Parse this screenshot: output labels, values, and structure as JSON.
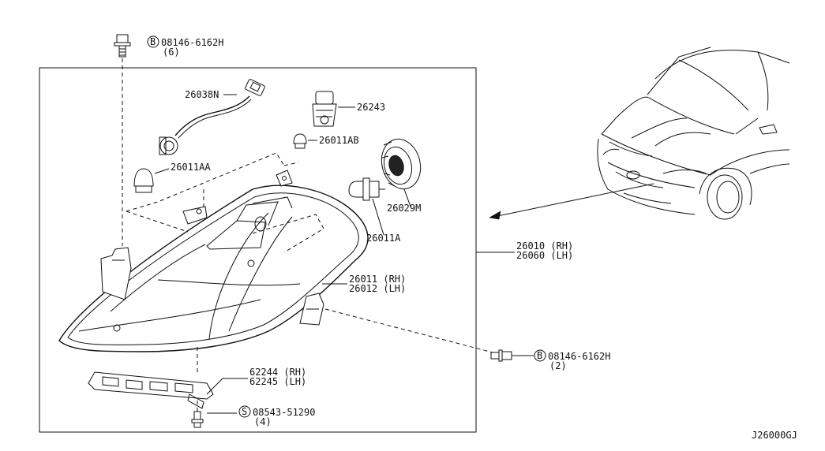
{
  "callouts": {
    "bolt_top": {
      "prefix": "B",
      "part": "08146-6162H",
      "qty": "(6)"
    },
    "bolt_right": {
      "prefix": "B",
      "part": "08146-6162H",
      "qty": "(2)"
    },
    "screw_bottom": {
      "prefix": "S",
      "part": "08543-51290",
      "qty": "(4)"
    }
  },
  "parts": {
    "harness": "26038N",
    "socket": "26243",
    "bulb_ab": "26011AB",
    "bulb_aa": "26011AA",
    "cover": "26029M",
    "bulb_a": "26011A",
    "assembly_rh": "26010 (RH)",
    "assembly_lh": "26060 (LH)",
    "lamp_rh": "26011 (RH)",
    "lamp_lh": "26012 (LH)",
    "bracket_rh": "62244 (RH)",
    "bracket_lh": "62245 (LH)"
  },
  "diagram_code": "J26000GJ"
}
